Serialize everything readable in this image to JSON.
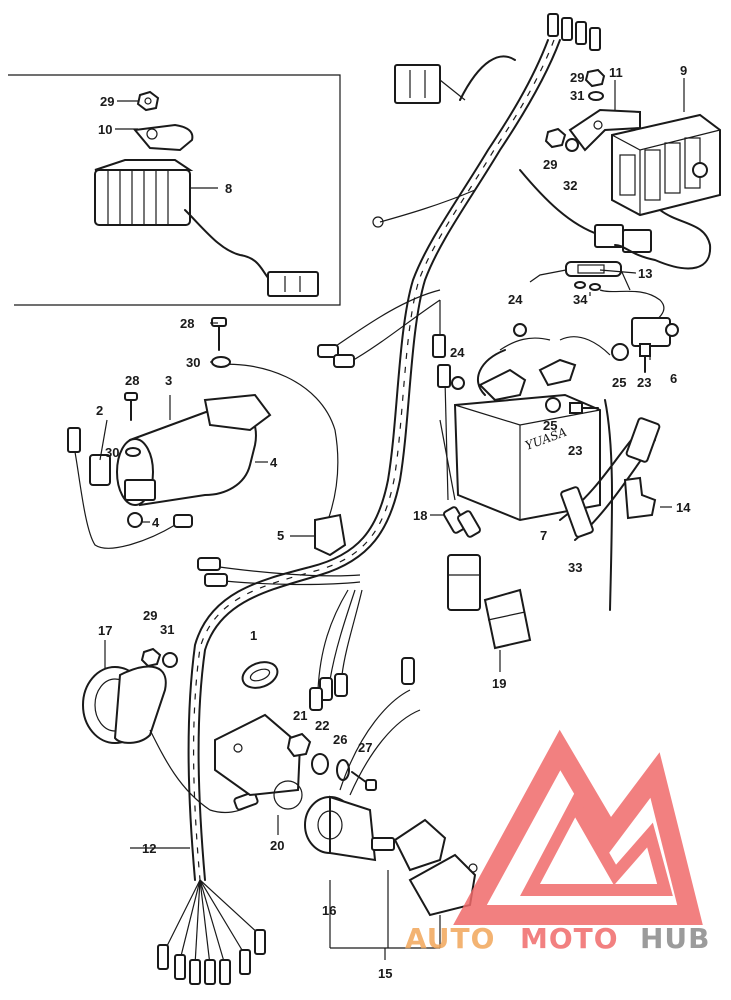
{
  "callouts": {
    "n1": "1",
    "n2": "2",
    "n3": "3",
    "n4a": "4",
    "n4b": "4",
    "n5": "5",
    "n6": "6",
    "n7": "7",
    "n8": "8",
    "n9": "9",
    "n10": "10",
    "n11": "11",
    "n12": "12",
    "n13": "13",
    "n14": "14",
    "n15": "15",
    "n16": "16",
    "n17": "17",
    "n18": "18",
    "n19": "19",
    "n20": "20",
    "n21": "21",
    "n22": "22",
    "n23a": "23",
    "n23b": "23",
    "n24a": "24",
    "n24b": "24",
    "n25a": "25",
    "n25b": "25",
    "n26": "26",
    "n27": "27",
    "n28a": "28",
    "n28b": "28",
    "n29a": "29",
    "n29b": "29",
    "n29c": "29",
    "n29d": "29",
    "n30a": "30",
    "n30b": "30",
    "n31a": "31",
    "n31b": "31",
    "n32": "32",
    "n33": "33",
    "n34": "34"
  },
  "battery_brand": "YUASA",
  "watermark": {
    "part1": "AUTO",
    "part2": "MOTO",
    "part3": "HUB",
    "color_red": "#f06a6a",
    "color_orange": "#f2a65a",
    "color_gray": "#8a8a8a"
  }
}
